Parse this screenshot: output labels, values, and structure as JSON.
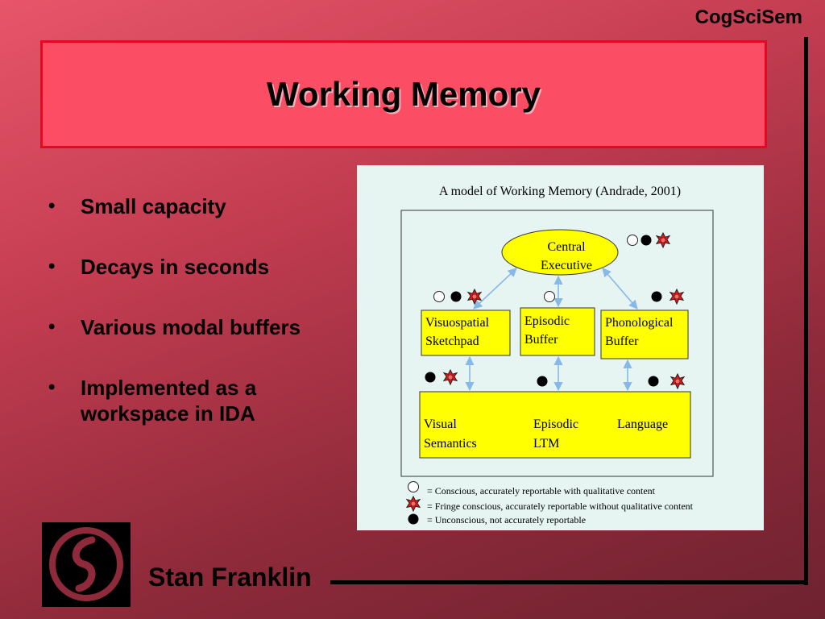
{
  "header": {
    "tag": "CogSciSem"
  },
  "slide": {
    "title": "Working Memory",
    "bullets": [
      "Small capacity",
      "Decays in seconds",
      "Various modal buffers",
      "Implemented as a workspace in IDA"
    ],
    "bullet_glyph": "•"
  },
  "diagram": {
    "caption": "A model of Working Memory (Andrade, 2001)",
    "central": [
      "Central",
      "Executive"
    ],
    "buffers": {
      "visuo": [
        "Visuospatial",
        "Sketchpad"
      ],
      "episodic": [
        "Episodic",
        "Buffer"
      ],
      "phono": [
        "Phonological",
        "Buffer"
      ]
    },
    "ltm": {
      "visual": [
        "Visual",
        "Semantics"
      ],
      "episodic": [
        "Episodic",
        "LTM"
      ],
      "language": "Language"
    },
    "legend": [
      {
        "symbol": "white-circle",
        "text": "= Conscious, accurately reportable with qualitative content"
      },
      {
        "symbol": "red-star",
        "text": "= Fringe conscious, accurately reportable without qualitative content"
      },
      {
        "symbol": "black-circle",
        "text": "= Unconscious, not accurately reportable"
      }
    ],
    "colors": {
      "box_fill": "#ffff00",
      "arrow": "#88b8e8",
      "star": "#ee1111",
      "background": "#e6f4f2"
    }
  },
  "footer": {
    "author": "Stan Franklin",
    "logo": "cogscisem-logo"
  }
}
